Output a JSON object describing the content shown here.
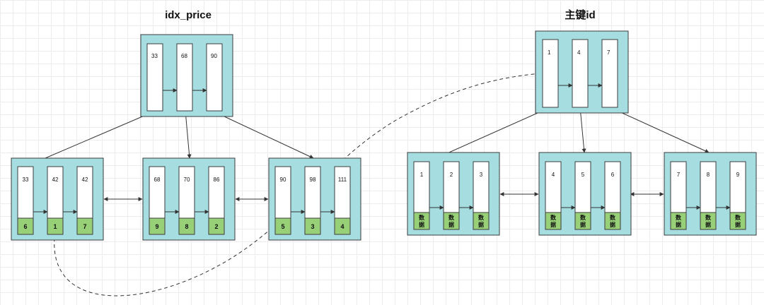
{
  "titles": {
    "secondary_index": "idx_price",
    "primary_index": "主键id"
  },
  "secondary": {
    "root": [
      "33",
      "68",
      "90"
    ],
    "leaves": [
      {
        "keys": [
          "33",
          "42",
          "42"
        ],
        "ids": [
          "6",
          "1",
          "7"
        ]
      },
      {
        "keys": [
          "68",
          "70",
          "86"
        ],
        "ids": [
          "9",
          "8",
          "2"
        ]
      },
      {
        "keys": [
          "90",
          "98",
          "111"
        ],
        "ids": [
          "5",
          "3",
          "4"
        ]
      }
    ]
  },
  "primary": {
    "root": [
      "1",
      "4",
      "7"
    ],
    "leaves": [
      {
        "keys": [
          "1",
          "2",
          "3"
        ]
      },
      {
        "keys": [
          "4",
          "5",
          "6"
        ]
      },
      {
        "keys": [
          "7",
          "8",
          "9"
        ]
      }
    ],
    "data_label": "数\n据"
  },
  "colors": {
    "node_fill": "#a6dde0",
    "tag_fill": "#97d077"
  }
}
